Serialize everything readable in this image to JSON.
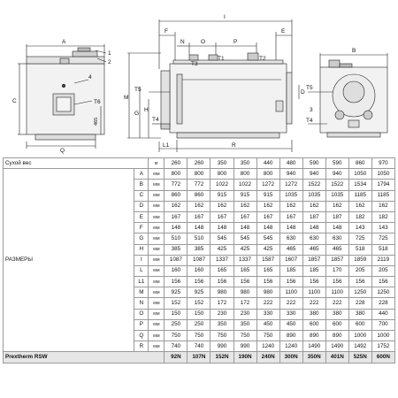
{
  "drawing_labels": {
    "A": "A",
    "C": "C",
    "Q": "Q",
    "T6": "T6",
    "d465": "465",
    "n1": "1",
    "n2": "2",
    "n3": "3",
    "n4": "4",
    "I": "I",
    "F": "F",
    "E": "E",
    "N": "N",
    "O": "O",
    "P": "P",
    "T1": "T1",
    "T2": "T2",
    "T3": "T3",
    "T4": "T4",
    "T5": "T5",
    "G": "G",
    "H": "H",
    "M": "M",
    "L1": "L1",
    "R": "R",
    "D": "D",
    "B": "B"
  },
  "table": {
    "dry_weight_label": "Сухой вес",
    "dry_weight_unit": "кг",
    "dry_weight": [
      "260",
      "260",
      "350",
      "350",
      "440",
      "480",
      "590",
      "590",
      "860",
      "970"
    ],
    "dimensions_label": "РАЗМЕРЫ",
    "unit": "мм",
    "rows": [
      {
        "sym": "A",
        "values": [
          "800",
          "800",
          "800",
          "800",
          "800",
          "940",
          "940",
          "940",
          "1050",
          "1050"
        ]
      },
      {
        "sym": "B",
        "values": [
          "772",
          "772",
          "1022",
          "1022",
          "1272",
          "1272",
          "1522",
          "1522",
          "1534",
          "1794"
        ]
      },
      {
        "sym": "C",
        "values": [
          "860",
          "860",
          "915",
          "915",
          "915",
          "1035",
          "1035",
          "1035",
          "1185",
          "1185"
        ]
      },
      {
        "sym": "D",
        "values": [
          "162",
          "162",
          "162",
          "162",
          "162",
          "162",
          "162",
          "162",
          "162",
          "162"
        ]
      },
      {
        "sym": "E",
        "values": [
          "167",
          "167",
          "167",
          "167",
          "167",
          "167",
          "187",
          "187",
          "182",
          "182"
        ]
      },
      {
        "sym": "F",
        "values": [
          "148",
          "148",
          "148",
          "148",
          "148",
          "148",
          "148",
          "148",
          "143",
          "143"
        ]
      },
      {
        "sym": "G",
        "values": [
          "510",
          "510",
          "545",
          "545",
          "545",
          "630",
          "630",
          "630",
          "725",
          "725"
        ]
      },
      {
        "sym": "H",
        "values": [
          "385",
          "385",
          "425",
          "425",
          "425",
          "465",
          "465",
          "465",
          "518",
          "518"
        ]
      },
      {
        "sym": "I",
        "values": [
          "1087",
          "1087",
          "1337",
          "1337",
          "1587",
          "1607",
          "1857",
          "1857",
          "1859",
          "2119"
        ]
      },
      {
        "sym": "L",
        "values": [
          "160",
          "160",
          "165",
          "165",
          "165",
          "185",
          "185",
          "170",
          "205",
          "205"
        ]
      },
      {
        "sym": "L1",
        "values": [
          "156",
          "156",
          "156",
          "156",
          "156",
          "156",
          "156",
          "156",
          "156",
          "156"
        ]
      },
      {
        "sym": "M",
        "values": [
          "925",
          "925",
          "980",
          "980",
          "980",
          "1100",
          "1100",
          "1100",
          "1250",
          "1250"
        ]
      },
      {
        "sym": "N",
        "values": [
          "152",
          "152",
          "172",
          "172",
          "222",
          "222",
          "222",
          "222",
          "228",
          "228"
        ]
      },
      {
        "sym": "O",
        "values": [
          "150",
          "150",
          "230",
          "230",
          "330",
          "330",
          "380",
          "380",
          "380",
          "440"
        ]
      },
      {
        "sym": "P",
        "values": [
          "250",
          "250",
          "350",
          "350",
          "450",
          "450",
          "600",
          "600",
          "600",
          "700"
        ]
      },
      {
        "sym": "Q",
        "values": [
          "750",
          "750",
          "750",
          "750",
          "750",
          "890",
          "890",
          "890",
          "1000",
          "1000"
        ]
      },
      {
        "sym": "R",
        "values": [
          "740",
          "740",
          "990",
          "990",
          "1240",
          "1240",
          "1490",
          "1490",
          "1492",
          "1752"
        ]
      }
    ],
    "model_label": "Prextherm RSW",
    "models": [
      "92N",
      "107N",
      "152N",
      "190N",
      "240N",
      "300N",
      "350N",
      "401N",
      "525N",
      "600N"
    ]
  }
}
